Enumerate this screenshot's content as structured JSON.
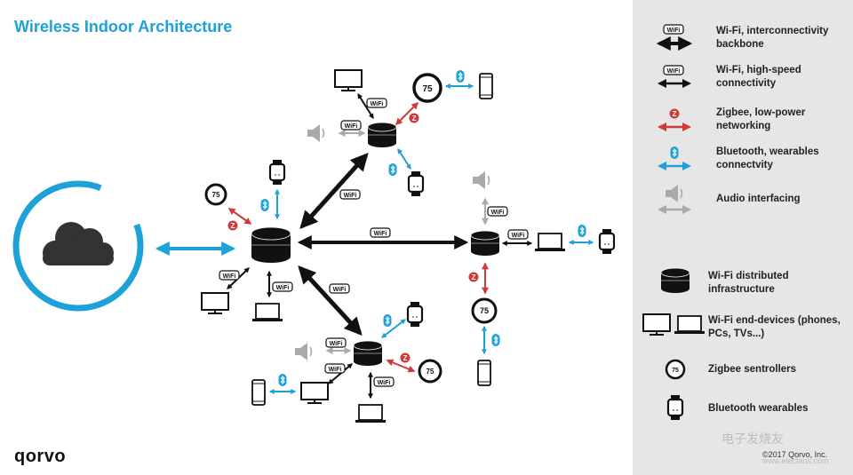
{
  "title": "Wireless Indoor Architecture",
  "wifi_badge": "WiFi",
  "sentroller_value": "75",
  "legend": {
    "items": [
      {
        "label": "Wi-Fi, interconnectivity backbone",
        "icon": "wifi-thick-arrow-icon"
      },
      {
        "label": "Wi-Fi, high-speed connectivity",
        "icon": "wifi-arrow-icon"
      },
      {
        "label": "Zigbee, low-power networking",
        "icon": "zigbee-arrow-icon"
      },
      {
        "label": "Bluetooth, wearables connectvity",
        "icon": "bluetooth-arrow-icon"
      },
      {
        "label": "Audio interfacing",
        "icon": "audio-arrow-icon"
      },
      {
        "label": "Wi-Fi distributed infrastructure",
        "icon": "router-icon"
      },
      {
        "label": "Wi-Fi end-devices (phones, PCs, TVs...)",
        "icon": "end-devices-icon"
      },
      {
        "label": "Zigbee sentrollers",
        "icon": "sentroller-icon"
      },
      {
        "label": "Bluetooth wearables",
        "icon": "smartwatch-icon"
      }
    ]
  },
  "logo": "qorvo",
  "copyright": "©2017 Qorvo, Inc.",
  "watermark": "电子发烧友",
  "watermark_sub": "www.elecfans.com",
  "colors": {
    "accent": "#1ea0d8",
    "wifi": "#111111",
    "zigbee": "#d03a3a",
    "bluetooth": "#1ea0d8",
    "audio": "#aaaaaa",
    "legend_bg": "#e6e6e6"
  }
}
